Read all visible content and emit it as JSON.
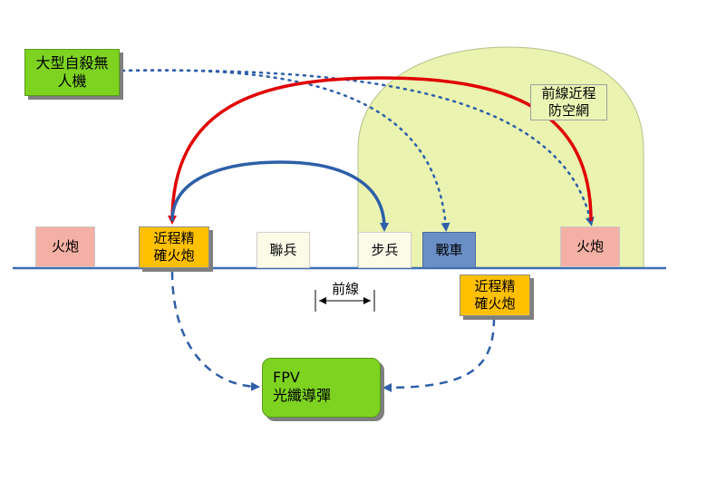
{
  "labels": {
    "drone": "大型自殺無\n人機",
    "air_defense": "前線近程\n防空網",
    "artillery_left": "火炮",
    "ciws_left": "近程精\n確火炮",
    "combined_arms": "聯兵",
    "infantry": "步兵",
    "tank": "戰車",
    "artillery_right": "火炮",
    "ciws_right": "近程精\n確火炮",
    "frontline": "前線",
    "fpv": "FPV\n光纖導彈"
  },
  "colors": {
    "drone_fill": "#7ed321",
    "air_defense_zone": "#eaf3b0",
    "artillery_fill": "#f4b0a4",
    "ciws_fill": "#ffc000",
    "unit_fill": "#fbfbe8",
    "tank_fill": "#6a8fc6",
    "ground_line": "#3c6eb4",
    "red_arrow": "#e00000",
    "blue_arrow": "#2e5fa8",
    "dotted_arrow": "#2e5fa8"
  }
}
